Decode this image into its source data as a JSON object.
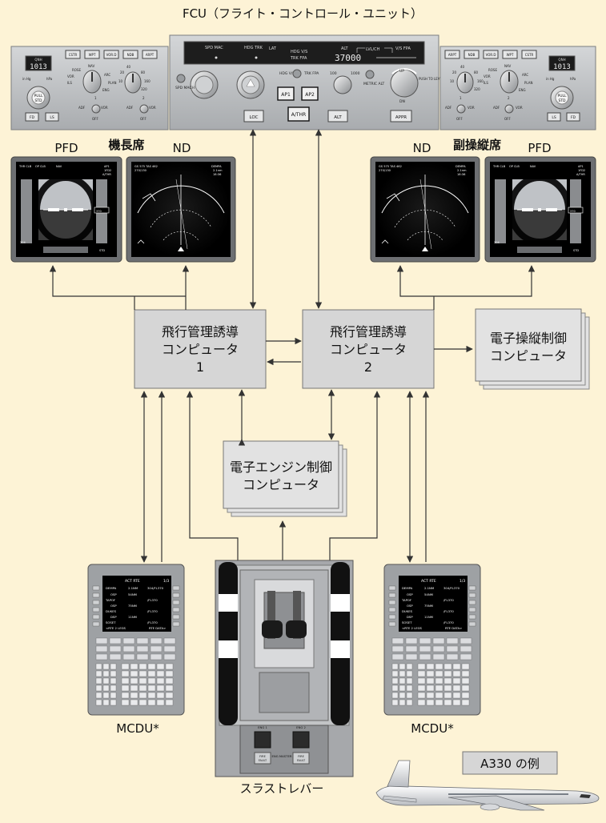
{
  "fcu": {
    "title": "FCU（フライト・コントロール・ユニット）",
    "display": {
      "spd_mach": "SPD MAC",
      "hdg_trk": "HDG  TRK",
      "lat": "LAT",
      "hdg_vs": "HDG  V/S",
      "trk_fpa": "TRK  FPA",
      "alt": "ALT",
      "lvl_ch": "LVL/CH",
      "vs_fpa": "V/S  FPA",
      "alt_value": "37000"
    },
    "buttons": {
      "ap1": "AP1",
      "ap2": "AP2",
      "athr": "A/THR",
      "loc": "LOC",
      "alt": "ALT",
      "appr": "APPR",
      "spd_mach_btn": "SPD MACH",
      "hdg_vs_btn": "HDG V/S",
      "trk_fpa_btn": "TRK FPA",
      "metric_alt": "METRIC ALT",
      "alt_100": "100",
      "alt_1000": "1000",
      "push_to_level_off": "PUSH TO LEVEL OFF",
      "up": "UP",
      "dn": "DN"
    },
    "efis": {
      "qnh_value": "1013",
      "qnh": "QNH",
      "std": "STD",
      "pull": "PULL",
      "in_hg": "in Hg",
      "hpa": "hPa",
      "cstr": "CSTR",
      "wpt": "WPT",
      "vordme": "VOR.D",
      "ndb": "NDB",
      "arpt": "ARPT",
      "rose": "ROSE",
      "nav": "NAV",
      "vor": "VOR",
      "ils": "ILS",
      "plan": "PLAN",
      "arc": "ARC",
      "eng": "ENG",
      "adf": "ADF",
      "off": "OFF",
      "fd": "FD",
      "ls": "LS",
      "r10": "10",
      "r20": "20",
      "r40": "40",
      "r80": "80",
      "r160": "160",
      "r320": "320",
      "n1": "1",
      "n2": "2"
    }
  },
  "labels": {
    "captain": "機長席",
    "first_officer": "副操縦席",
    "pfd": "PFD",
    "nd": "ND",
    "fmgc1": [
      "飛行管理誘導",
      "コンピュータ",
      "1"
    ],
    "fmgc2": [
      "飛行管理誘導",
      "コンピュータ",
      "2"
    ],
    "fcc": [
      "電子操縦制御",
      "コンピュータ"
    ],
    "fadec": [
      "電子エンジン制御",
      "コンピュータ"
    ],
    "mcdu": "MCDU*",
    "thrust_lever": "スラストレバー",
    "example": "A330 の例"
  },
  "nd_screen": {
    "gs_tas": "GS  575  TAS  462",
    "wind": "270/130",
    "waypoint": "DEMPA",
    "dist": "2.1nm",
    "time": "18:36"
  },
  "pfd_screen": {
    "fma1": "THR CLB",
    "fma2": "OP CLB",
    "fma3": "NAV",
    "ap": "AP1",
    "fd": "1FD2",
    "athr": "A/THR",
    "alt_box": "370",
    "spd": "304",
    "qnh": "STD"
  },
  "mcdu_screen": {
    "header": "ACT RTE",
    "page": "1/3",
    "rows": [
      [
        "DEMPA",
        "2.1NM",
        "304/FL370"
      ],
      [
        "OSP",
        "54NM",
        ""
      ],
      [
        "TAPOF",
        "",
        "/FL370"
      ],
      [
        "OSP",
        "75NM",
        ""
      ],
      [
        "DUKES",
        "",
        "/FL370"
      ],
      [
        "DSP",
        "11NM",
        ""
      ],
      [
        "SOSET",
        "",
        "/FL370"
      ]
    ],
    "footer_left": "<RTE 2 LEGS",
    "footer_right": "RTE DATA>"
  },
  "thrust_panel": {
    "eng1": "ENG 1",
    "eng2": "ENG 2",
    "eng_master": "ENG MASTER",
    "fire": "FIRE",
    "fault": "FAULT"
  }
}
